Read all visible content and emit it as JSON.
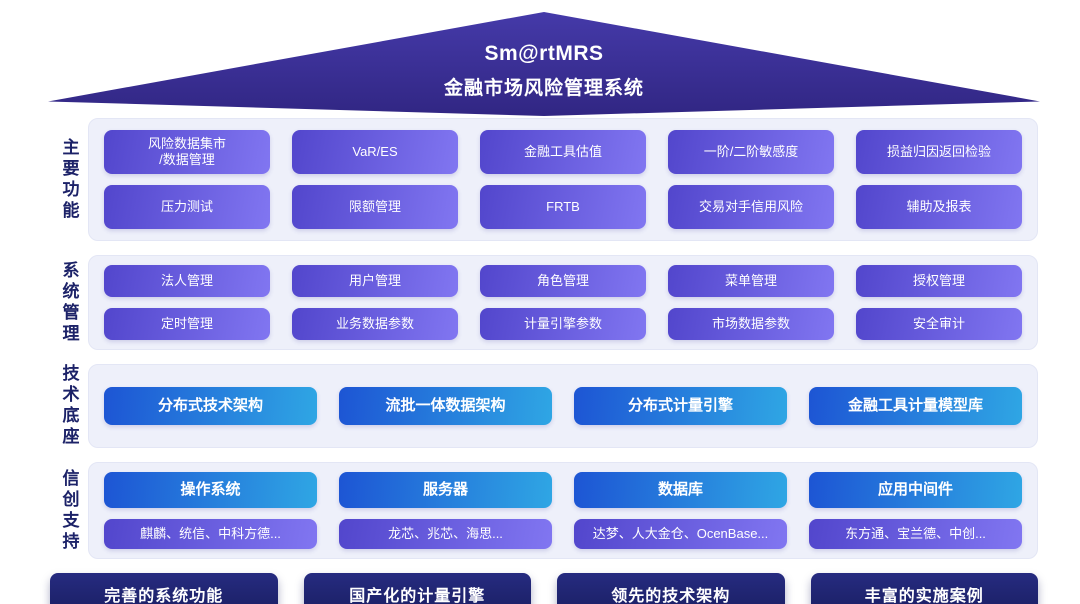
{
  "roof": {
    "title_en": "Sm@rtMRS",
    "title_zh": "金融市场风险管理系统"
  },
  "sections": {
    "main": {
      "label": "主要功能",
      "row1": [
        "风险数据集市\n/数据管理",
        "VaR/ES",
        "金融工具估值",
        "一阶/二阶敏感度",
        "损益归因返回检验"
      ],
      "row2": [
        "压力测试",
        "限额管理",
        "FRTB",
        "交易对手信用风险",
        "辅助及报表"
      ]
    },
    "system": {
      "label": "系统管理",
      "row1": [
        "法人管理",
        "用户管理",
        "角色管理",
        "菜单管理",
        "授权管理"
      ],
      "row2": [
        "定时管理",
        "业务数据参数",
        "计量引擎参数",
        "市场数据参数",
        "安全审计"
      ]
    },
    "tech": {
      "label": "技术底座",
      "row1": [
        "分布式技术架构",
        "流批一体数据架构",
        "分布式计量引擎",
        "金融工具计量模型库"
      ]
    },
    "xinchuang": {
      "label": "信创支持",
      "row1": [
        "操作系统",
        "服务器",
        "数据库",
        "应用中间件"
      ],
      "row2": [
        "麒麟、统信、中科方德...",
        "龙芯、兆芯、海思...",
        "达梦、人大金仓、OcenBase...",
        "东方通、宝兰德、中创..."
      ]
    }
  },
  "footer": [
    "完善的系统功能",
    "国产化的计量引擎",
    "领先的技术架构",
    "丰富的实施案例"
  ],
  "colors": {
    "roof_light": "#453aa9",
    "roof_dark": "#312683",
    "pill_purple_dark": "#5246cc",
    "pill_purple_light": "#8176f1",
    "pill_blue_dark": "#1d55d4",
    "pill_blue_light": "#2fa6e4",
    "footer_navy": "#1a1f63",
    "panel_bg": "#eef0fa",
    "label_navy": "#1c2268"
  }
}
